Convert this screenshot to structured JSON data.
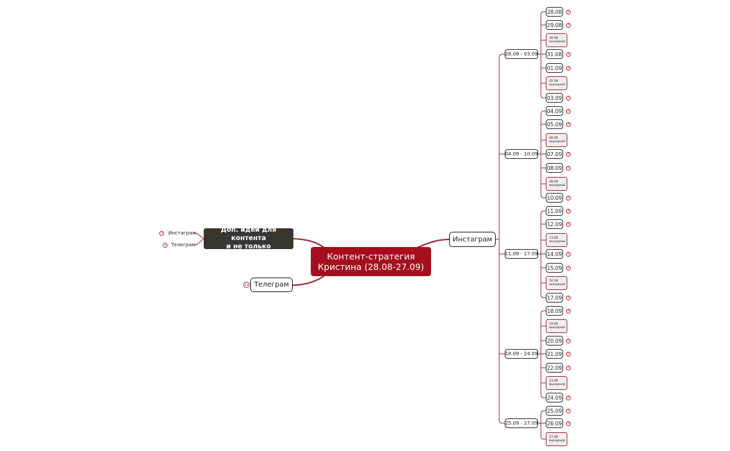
{
  "central": {
    "line1": "Контент-стратегия",
    "line2": "Кристина (28.08-27.09)"
  },
  "ideas": {
    "line1": "Доп. идеи для контента",
    "line2": "и не только",
    "children": [
      {
        "label": "Инстаграм",
        "badge": "3"
      },
      {
        "label": "Телеграм",
        "badge": "1"
      }
    ]
  },
  "telegram": {
    "label": "Телеграм",
    "badge": "12"
  },
  "instagram": {
    "label": "Инстаграм",
    "weeks": [
      {
        "label": "28.08 - 03.09",
        "days": [
          {
            "date": "28.08",
            "badge": "4"
          },
          {
            "date": "29.08",
            "badge": "4"
          },
          {
            "date": "30.08",
            "note": "выходной"
          },
          {
            "date": "31.08",
            "badge": "4"
          },
          {
            "date": "01.09",
            "badge": "4"
          },
          {
            "date": "02.09",
            "note": "выходной"
          },
          {
            "date": "03.09",
            "badge": "4"
          }
        ]
      },
      {
        "label": "04.09 - 10.09",
        "days": [
          {
            "date": "04.09",
            "badge": "4"
          },
          {
            "date": "05.09",
            "badge": "4"
          },
          {
            "date": "06.09",
            "note": "выходной"
          },
          {
            "date": "07.09",
            "badge": "4"
          },
          {
            "date": "08.09",
            "badge": "4"
          },
          {
            "date": "09.09",
            "note": "выходной"
          },
          {
            "date": "10.09",
            "badge": "4"
          }
        ]
      },
      {
        "label": "11.09 - 17.09",
        "days": [
          {
            "date": "11.09",
            "badge": "4"
          },
          {
            "date": "12.09",
            "badge": "4"
          },
          {
            "date": "13.09",
            "note": "выходной"
          },
          {
            "date": "14.09",
            "badge": "4"
          },
          {
            "date": "15.09",
            "badge": "4"
          },
          {
            "date": "16.09",
            "note": "выходной"
          },
          {
            "date": "17.09",
            "badge": "4"
          }
        ]
      },
      {
        "label": "18.09 - 24.09",
        "days": [
          {
            "date": "18.09",
            "badge": "4"
          },
          {
            "date": "19.09",
            "note": "выходной"
          },
          {
            "date": "20.09",
            "badge": "4"
          },
          {
            "date": "21.09",
            "badge": "2"
          },
          {
            "date": "22.09",
            "badge": "4"
          },
          {
            "date": "23.09",
            "note": "выходной"
          },
          {
            "date": "24.09",
            "badge": "4"
          }
        ]
      },
      {
        "label": "25.09 - 27.09",
        "days": [
          {
            "date": "25.09",
            "badge": "4"
          },
          {
            "date": "26.09",
            "badge": "4"
          },
          {
            "date": "27.09",
            "note": "выходной"
          }
        ]
      }
    ]
  },
  "colors": {
    "accent": "#a50e1e",
    "line": "#a8273a",
    "dark_node": "#3b3530"
  }
}
